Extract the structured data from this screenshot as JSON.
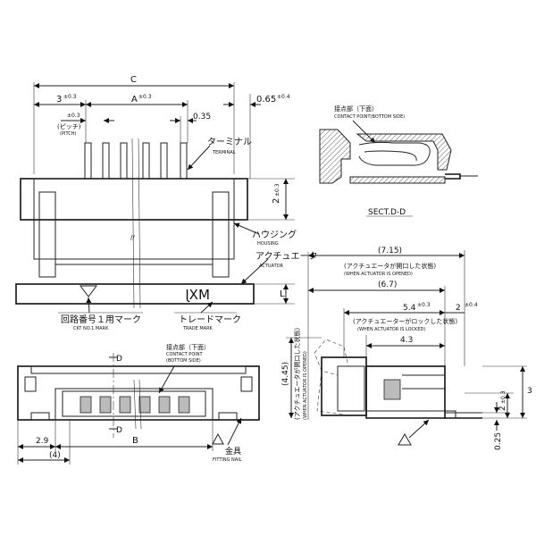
{
  "top_view": {
    "dim_c": "C",
    "dim_3": "3",
    "dim_3_tol": "±0.3",
    "dim_a": "A",
    "dim_a_tol": "±0.3",
    "dim_065": "0.65",
    "dim_065_tol": "±0.4",
    "dim_pitch_tol": "±0.3",
    "pitch_jp": "(ピッチ)",
    "pitch_en": "(PITCH)",
    "dim_035": "0.35",
    "terminal_jp": "ターミナル",
    "terminal_en": "TERMINAL",
    "dim_2": "2",
    "dim_2_tol": "±0.3",
    "housing_jp": "ハウジング",
    "housing_en": "HOUSING",
    "actuator_jp": "アクチュエータ",
    "actuator_en": "ACTUATOR",
    "dim_l": "L",
    "marking": "MXJ",
    "ckt_jp": "回路番号１用マーク",
    "ckt_en": "CKT NO.1 MARK",
    "trade_jp": "トレードマーク",
    "trade_en": "TRADE MARK"
  },
  "section_dd": {
    "contact_jp": "接点部（下面）",
    "contact_en": "CONTACT POINT(BOTTOM SIDE)",
    "title": "SECT.D-D"
  },
  "side_view": {
    "dim_715": "(7.15)",
    "opened_jp": "(アクチュエータが開口した状態)",
    "opened_en": "(WHEN ACTUATOR IS OPENED)",
    "dim_67": "(6.7)",
    "dim_54": "5.4",
    "dim_54_tol": "±0.3",
    "dim_2": "2",
    "dim_2_tol": "±0.4",
    "locked_jp": "(アクチュエーターがロックした状態)",
    "locked_en": "(WHEN ACTUATOR IS LOCKED)",
    "dim_43": "4.3",
    "dim_445": "(4.45)",
    "opened_v_jp": "(アクチュエータが開口した状態)",
    "opened_v_en": "(WHEN ACTUATOR IS OPENED)",
    "dim_2b": "2",
    "dim_2b_tol": "±0.3",
    "dim_3": "3",
    "dim_025": "0.25"
  },
  "bottom_view": {
    "contact_jp": "接点部（下面）",
    "contact_en": "CONTACT POINT",
    "contact_en2": "(BOTTOM SIDE)",
    "d_mark": "D",
    "dim_29": "2.9",
    "dim_b": "B",
    "dim_4": "(4)",
    "nail_jp": "金具",
    "nail_en": "FITTING NAIL"
  }
}
